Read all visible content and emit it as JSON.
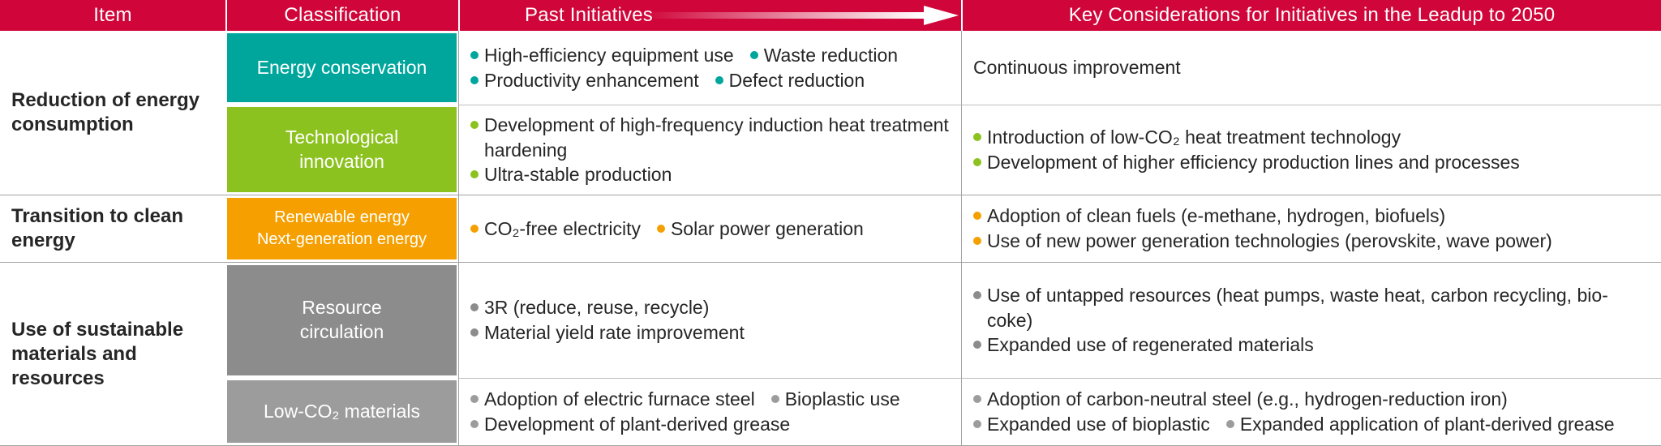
{
  "header": {
    "columns": [
      {
        "label": "Item"
      },
      {
        "label": "Classification"
      },
      {
        "label": "Past Initiatives"
      },
      {
        "label": "Key Considerations for Initiatives in the Leadup to 2050"
      }
    ],
    "arrow_icon": "right-arrow-icon"
  },
  "colors": {
    "header_bg": "#d0063a",
    "teal": "#00a69c",
    "green": "#8cc21f",
    "orange": "#f5a000",
    "gray": "#8c8c8c",
    "gray_light": "#9c9c9c",
    "text": "#262626",
    "grid": "#a3a3a3",
    "subgrid": "#bdbdbd"
  },
  "groups": [
    {
      "item": "Reduction of energy consumption",
      "rows": [
        {
          "classification": [
            "Energy conservation"
          ],
          "color_key": "teal",
          "small": false,
          "height": 91,
          "past": {
            "bullets": [
              "High-efficiency equipment use",
              "Waste reduction",
              "Productivity enhancement",
              "Defect reduction"
            ]
          },
          "key": {
            "plain": "Continuous improvement"
          }
        },
        {
          "classification": [
            "Technological",
            "innovation"
          ],
          "color_key": "green",
          "small": false,
          "height": 111,
          "past": {
            "bullets": [
              "Development of high-frequency induction heat treatment hardening",
              "Ultra-stable production"
            ]
          },
          "key": {
            "bullets": [
              "Introduction of low-CO₂ heat treatment technology",
              "Development of higher efficiency production lines and processes"
            ]
          }
        }
      ]
    },
    {
      "item": "Transition to clean energy",
      "rows": [
        {
          "classification": [
            "Renewable energy",
            "Next-generation energy"
          ],
          "color_key": "orange",
          "small": true,
          "height": 82,
          "past": {
            "bullets": [
              "CO₂-free electricity",
              "Solar power generation"
            ]
          },
          "key": {
            "bullets": [
              "Adoption of clean fuels (e-methane, hydrogen, biofuels)",
              "Use of new power generation technologies (perovskite, wave power)"
            ]
          }
        }
      ]
    },
    {
      "item": "Use of sustainable materials and resources",
      "rows": [
        {
          "classification": [
            "Resource",
            "circulation"
          ],
          "color_key": "gray",
          "small": false,
          "height": 142,
          "past": {
            "bullets": [
              "3R (reduce, reuse, recycle)",
              "Material yield rate improvement"
            ]
          },
          "key": {
            "bullets": [
              "Use of untapped resources (heat pumps, waste heat, carbon recycling, bio-coke)",
              "Expanded use of regenerated materials"
            ]
          }
        },
        {
          "classification": [
            "Low-CO₂ materials"
          ],
          "color_key": "gray_light",
          "small": false,
          "height": 83,
          "past": {
            "bullets": [
              "Adoption of electric furnace steel",
              "Bioplastic use",
              "Development of plant-derived grease"
            ]
          },
          "key": {
            "bullets": [
              "Adoption of carbon-neutral steel (e.g., hydrogen-reduction iron)",
              "Expanded use of bioplastic",
              "Expanded application of plant-derived grease"
            ]
          }
        }
      ]
    }
  ]
}
